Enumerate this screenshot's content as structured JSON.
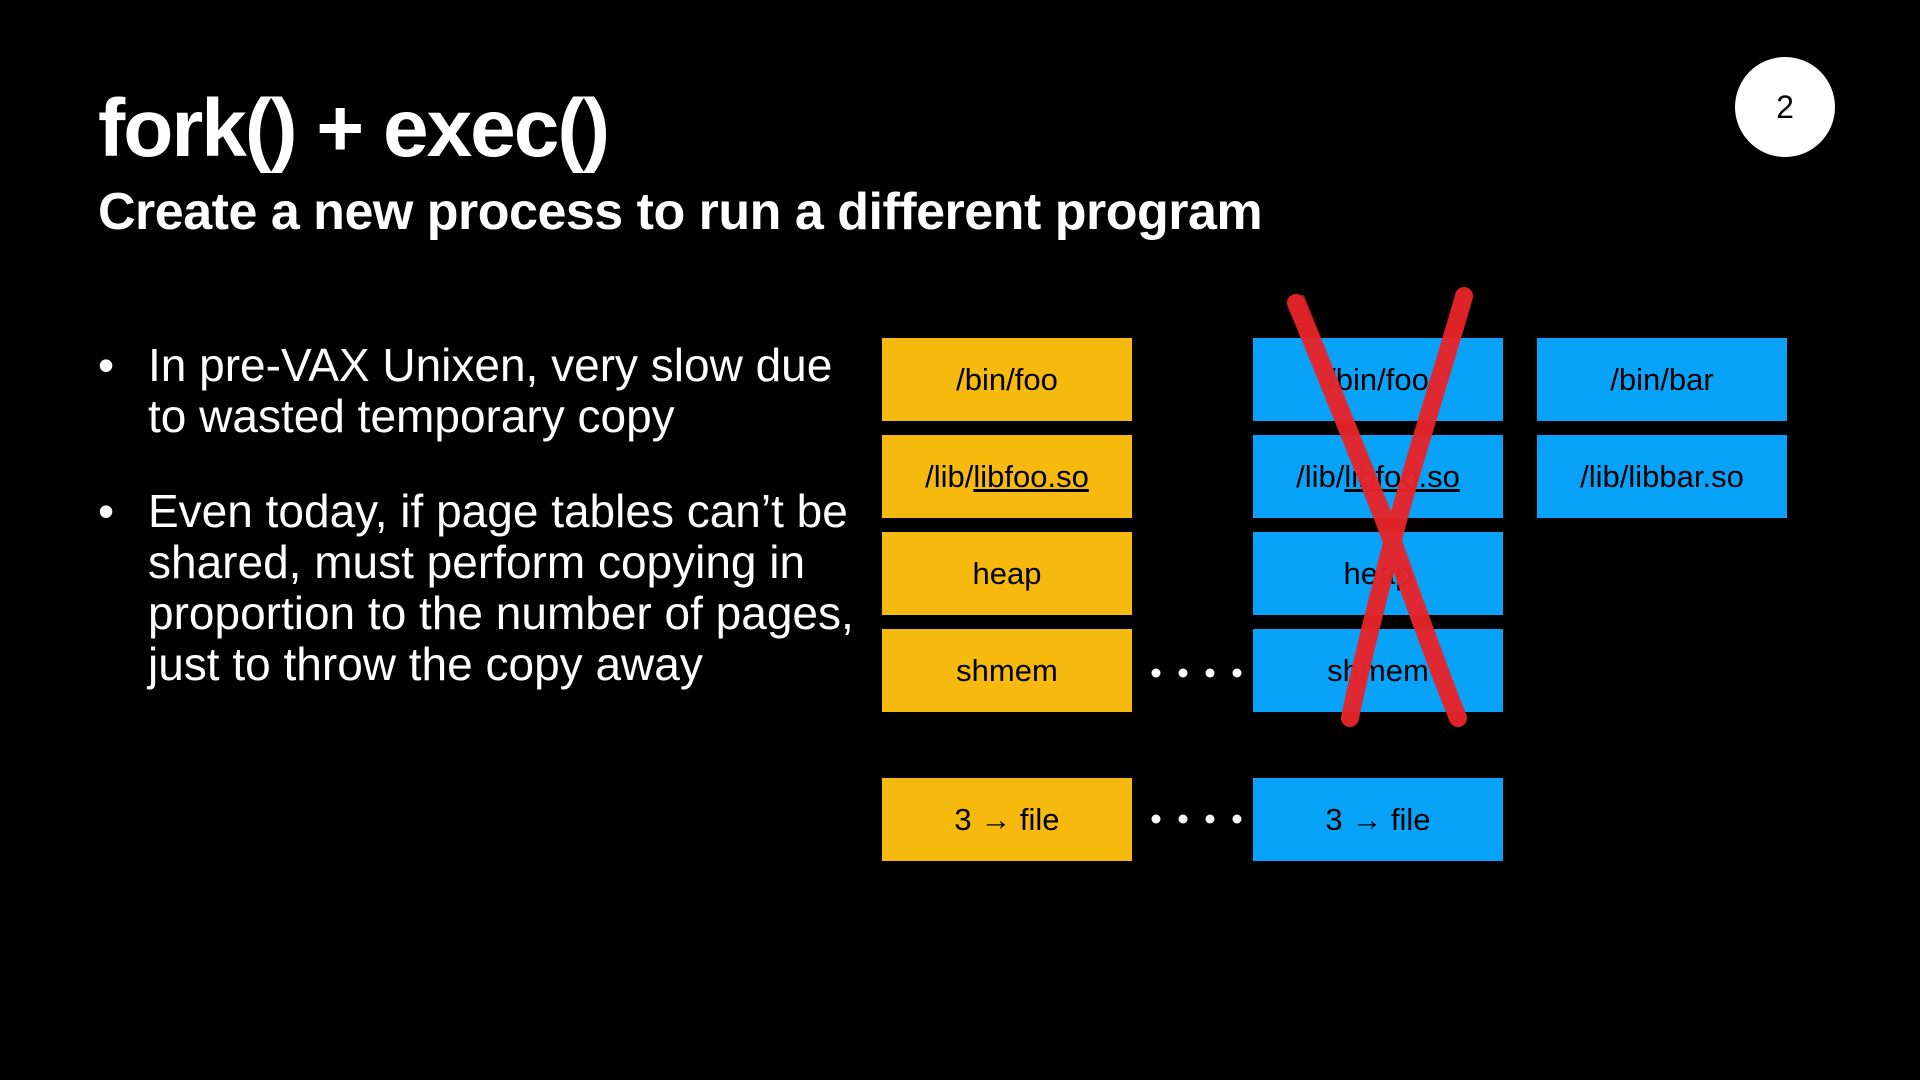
{
  "title": "fork() + exec()",
  "subtitle": "Create a new process to run a different program",
  "page_number": "2",
  "bullets": [
    {
      "dot": "•",
      "text": "In pre-VAX Unixen, very slow due to wasted temporary copy"
    },
    {
      "dot": "•",
      "text": "Even today, if page tables can’t be shared, must perform copying in proportion to the number of pages, just to throw the copy away"
    }
  ],
  "diagram": {
    "parent_column": {
      "color": "#f6b90e",
      "boxes": {
        "bin": "/bin/foo",
        "lib_prefix": "/lib/",
        "lib_name": "libfoo.so",
        "heap": "heap",
        "shmem": "shmem",
        "fd_number": "3",
        "fd_arrow": "→",
        "fd_target": "file"
      }
    },
    "child_column": {
      "color": "#08a2f8",
      "crossed_out": true,
      "cross_color": "#e8252a",
      "boxes": {
        "bin": "/bin/foo",
        "lib_prefix": "/lib/",
        "lib_name": "libfoo.so",
        "heap": "heap",
        "shmem": "shmem",
        "fd_number": "3",
        "fd_arrow": "→",
        "fd_target": "file"
      }
    },
    "exec_column": {
      "color": "#08a2f8",
      "boxes": {
        "bin": "/bin/bar",
        "lib": "/lib/libbar.so"
      }
    },
    "connector_dots": 4
  }
}
